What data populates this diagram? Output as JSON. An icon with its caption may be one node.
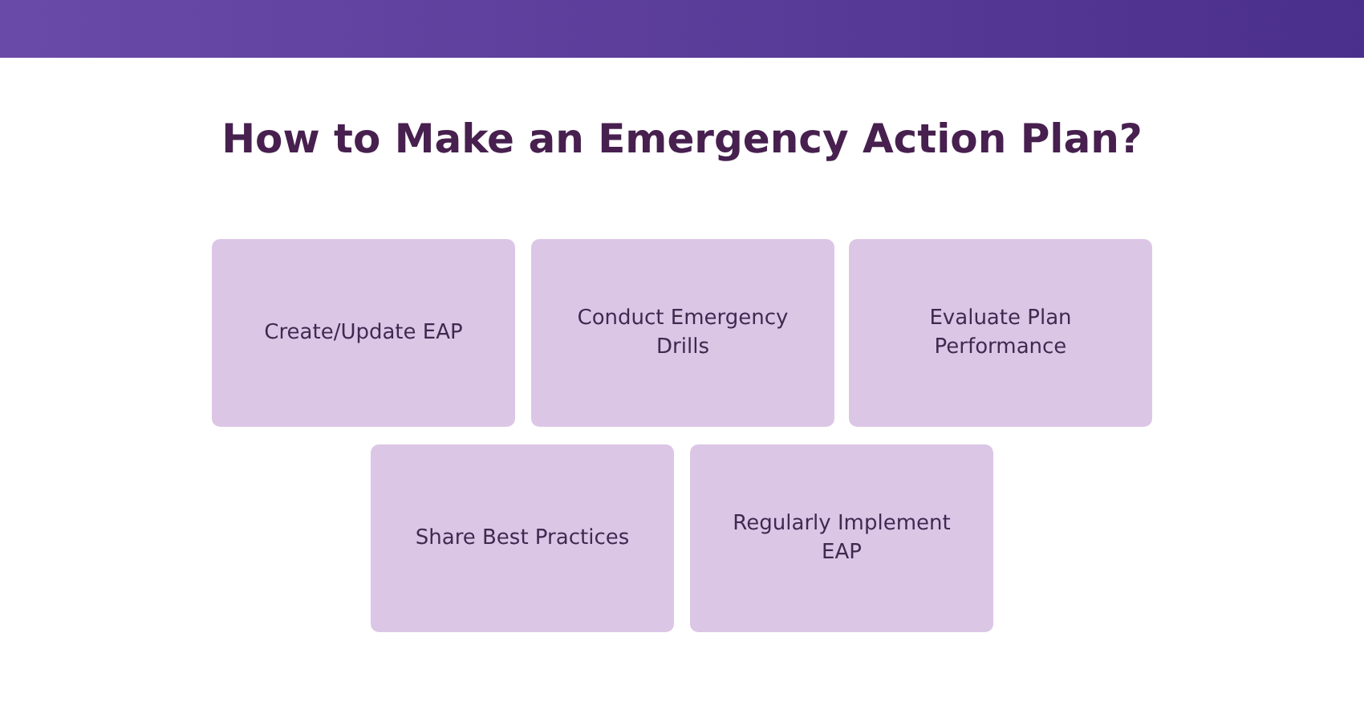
{
  "diagram": {
    "title": "How to Make an Emergency Action Plan?",
    "nodes": [
      {
        "text": [
          "Create/Update EAP"
        ]
      },
      {
        "text": [
          "Conduct Emergency Drills"
        ]
      },
      {
        "text": [
          "Evaluate Plan Performance"
        ]
      },
      {
        "text": [
          "Share Best Practices"
        ]
      },
      {
        "text": [
          "Regularly Implement EAP"
        ]
      }
    ]
  }
}
